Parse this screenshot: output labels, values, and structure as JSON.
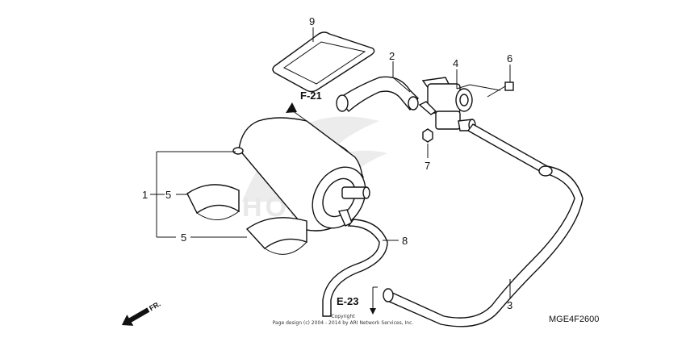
{
  "watermark": {
    "text": "HONDA"
  },
  "refs": {
    "f21": "F-21",
    "e23": "E-23"
  },
  "callouts": {
    "c1": "1",
    "c2": "2",
    "c3": "3",
    "c4": "4",
    "c5a": "5",
    "c5b": "5",
    "c6": "6",
    "c7": "7",
    "c8": "8",
    "c9": "9"
  },
  "front_arrow": {
    "label": "FR."
  },
  "diagram_code": "MGE4F2600",
  "copyright": {
    "line1": "Copyright",
    "line2": "Page design (c) 2004 - 2014 by ARI Network Services, Inc."
  }
}
